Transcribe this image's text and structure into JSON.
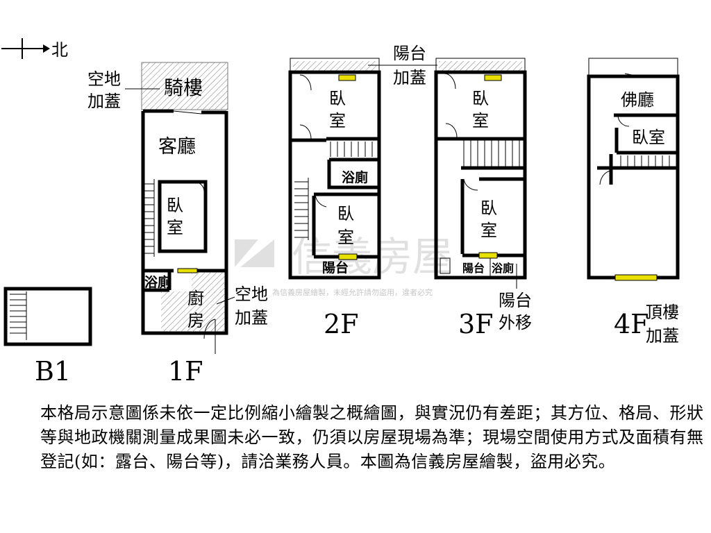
{
  "compass": {
    "label": "北"
  },
  "watermark": {
    "brand": "信義房屋",
    "notice": "為信義房屋繪製，未經允許請勿盜用，違者必究"
  },
  "floors": {
    "b1": {
      "label": "B1"
    },
    "f1": {
      "label": "1F",
      "rooms": {
        "arcade": "騎樓",
        "living": "客廳",
        "bedroom_1": "臥",
        "bedroom_2": "室",
        "bath": "浴廁",
        "kitchen_1": "廚",
        "kitchen_2": "房"
      },
      "notes": {
        "top_1": "空地",
        "top_2": "加蓋",
        "side_1": "空地",
        "side_2": "加蓋"
      }
    },
    "f2": {
      "label": "2F",
      "rooms": {
        "bedroom_a1": "臥",
        "bedroom_a2": "室",
        "bath": "浴廁",
        "bedroom_b1": "臥",
        "bedroom_b2": "室",
        "balcony": "陽台"
      },
      "notes": {
        "top_1": "陽台",
        "top_2": "加蓋"
      }
    },
    "f3": {
      "label": "3F",
      "rooms": {
        "bedroom_a1": "臥",
        "bedroom_a2": "室",
        "bedroom_b1": "臥",
        "bedroom_b2": "室",
        "balcony": "陽台",
        "bath": "浴廁"
      },
      "notes": {
        "side_1": "陽台",
        "side_2": "外移"
      }
    },
    "f4": {
      "label": "4F",
      "rooms": {
        "shrine": "佛廳",
        "bedroom": "臥室"
      },
      "notes": {
        "side_1": "頂樓",
        "side_2": "加蓋"
      }
    }
  },
  "colors": {
    "window": "#e8e000",
    "watermark": "#c8c8c8"
  },
  "disclaimer": "本格局示意圖係未依一定比例縮小繪製之概繪圖，與實況仍有差距；其方位、格局、形狀等與地政機關測量成果圖未必一致，仍須以房屋現場為準；現場空間使用方式及面積有無登記(如：露台、陽台等)，請洽業務人員。本圖為信義房屋繪製，盜用必究。"
}
